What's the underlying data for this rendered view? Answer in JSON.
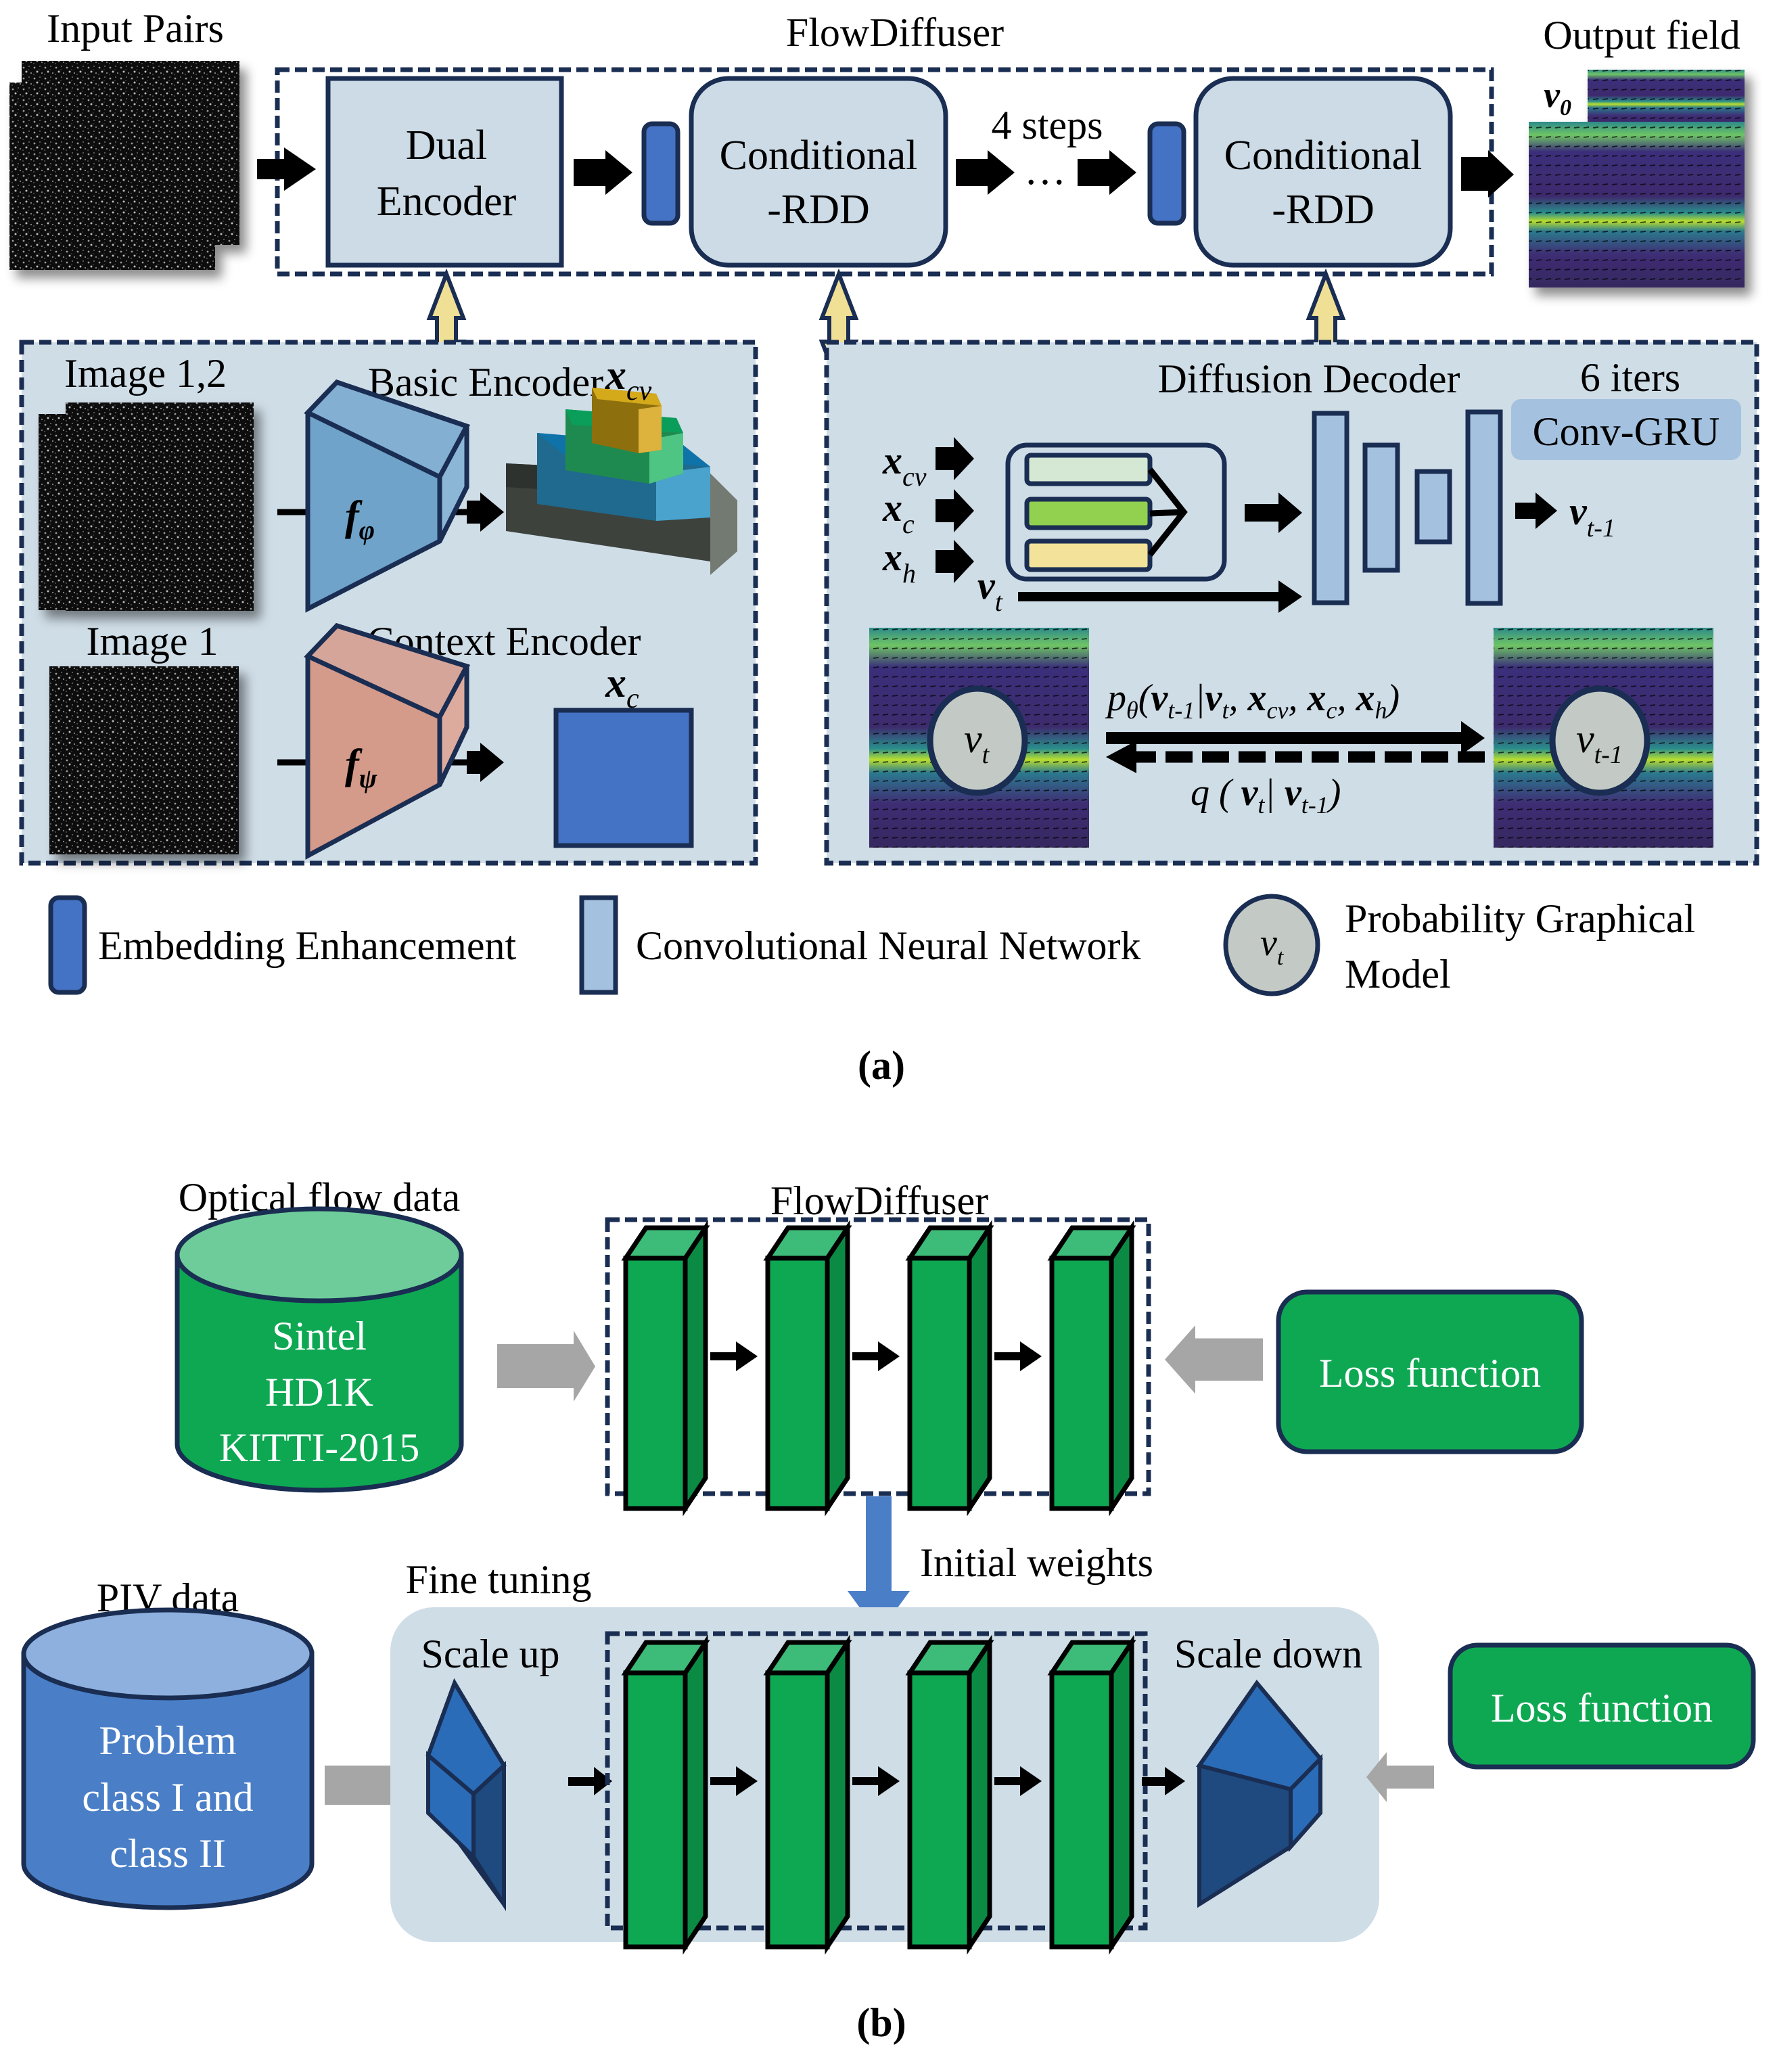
{
  "colors": {
    "navy": "#1a2d52",
    "panel_bg": "#cfdde7",
    "block_light": "#ccdbe6",
    "embed_blue": "#4472c4",
    "cnn_blue": "#a4c2df",
    "double_arrow_fill": "#f0e096",
    "green": "#0ea853",
    "green_dark": "#0b8a44",
    "green_top": "#3dbb78",
    "cyl_green_top": "#6ecc9a",
    "piv_blue": "#4a7fc8",
    "piv_blue_top": "#8eb0de",
    "gray_arrow": "#a6a6a6",
    "encoder_blue": "#6fa3c9",
    "encoder_pink": "#d49a8a",
    "scale_blue": "#2a6cb8",
    "scale_dark": "#1e4a80",
    "pgm_node": "#c3c9c4"
  },
  "part_a": {
    "caption": "(a)",
    "input_pairs_label": "Input Pairs",
    "flowdiffuser_label": "FlowDiffuser",
    "output_field_label": "Output field",
    "output_field_symbol": "v",
    "output_field_subscript": "0",
    "dual_encoder": [
      "Dual",
      "Encoder"
    ],
    "conditional_rdd_1": [
      "Conditional",
      "-RDD"
    ],
    "conditional_rdd_2": [
      "Conditional",
      "-RDD"
    ],
    "steps_label": "4 steps",
    "ellipsis": "…",
    "encoder_panel": {
      "image12_label": "Image 1,2",
      "basic_encoder_label": "Basic Encoder",
      "f_phi_symbol": "f",
      "f_phi_sub": "φ",
      "xcv_symbol": "x",
      "xcv_sub": "cv",
      "image1_label": "Image 1",
      "context_encoder_label": "Context Encoder",
      "f_psi_symbol": "f",
      "f_psi_sub": "ψ",
      "xc_symbol": "x",
      "xc_sub": "c",
      "pyramid_colors": [
        "#d4a91a",
        "#0f9a5a",
        "#1a72aa",
        "#2e322e"
      ]
    },
    "decoder_panel": {
      "title": "Diffusion Decoder",
      "iters_label": "6 iters",
      "convgru_label": "Conv-GRU",
      "inputs": [
        {
          "symbol": "x",
          "sub": "cv"
        },
        {
          "symbol": "x",
          "sub": "c"
        },
        {
          "symbol": "x",
          "sub": "h"
        }
      ],
      "feature_bar_colors": [
        "#d5e8d4",
        "#92d050",
        "#f2e29a"
      ],
      "vt_symbol": "v",
      "vt_sub": "t",
      "output_symbol": "v",
      "output_sub": "t-1",
      "node_left": {
        "symbol": "v",
        "sub": "t"
      },
      "node_right": {
        "symbol": "v",
        "sub": "t-1"
      },
      "forward_eq": "pθ(vₜ₋₁|vₜ, xᶜᵛ, xᶜ, xₕ)",
      "forward_parts": {
        "p": "p",
        "theta": "θ",
        "v1": "v",
        "s1": "t-1",
        "v2": "v",
        "s2": "t",
        "x1": "x",
        "xs1": "cv",
        "x2": "x",
        "xs2": "c",
        "x3": "x",
        "xs3": "h"
      },
      "reverse_parts": {
        "q": "q",
        "v1": "v",
        "s1": "t",
        "v2": "v",
        "s2": "t-1"
      }
    },
    "legend": {
      "embedding": "Embedding Enhancement",
      "cnn": "Convolutional Neural Network",
      "pgm_symbol": "v",
      "pgm_sub": "t",
      "pgm_line1": "Probability Graphical",
      "pgm_line2": "Model"
    }
  },
  "part_b": {
    "caption": "(b)",
    "optical_flow_label": "Optical flow data",
    "optical_datasets": [
      "Sintel",
      "HD1K",
      "KITTI-2015"
    ],
    "flowdiffuser_label": "FlowDiffuser",
    "loss_function_1": "Loss function",
    "initial_weights_label": "Initial weights",
    "piv_label": "PIV data",
    "piv_datasets": [
      "Problem",
      "class I and",
      "class II"
    ],
    "fine_tuning_label": "Fine tuning",
    "scale_up_label": "Scale up",
    "scale_down_label": "Scale down",
    "loss_function_2": "Loss function"
  }
}
